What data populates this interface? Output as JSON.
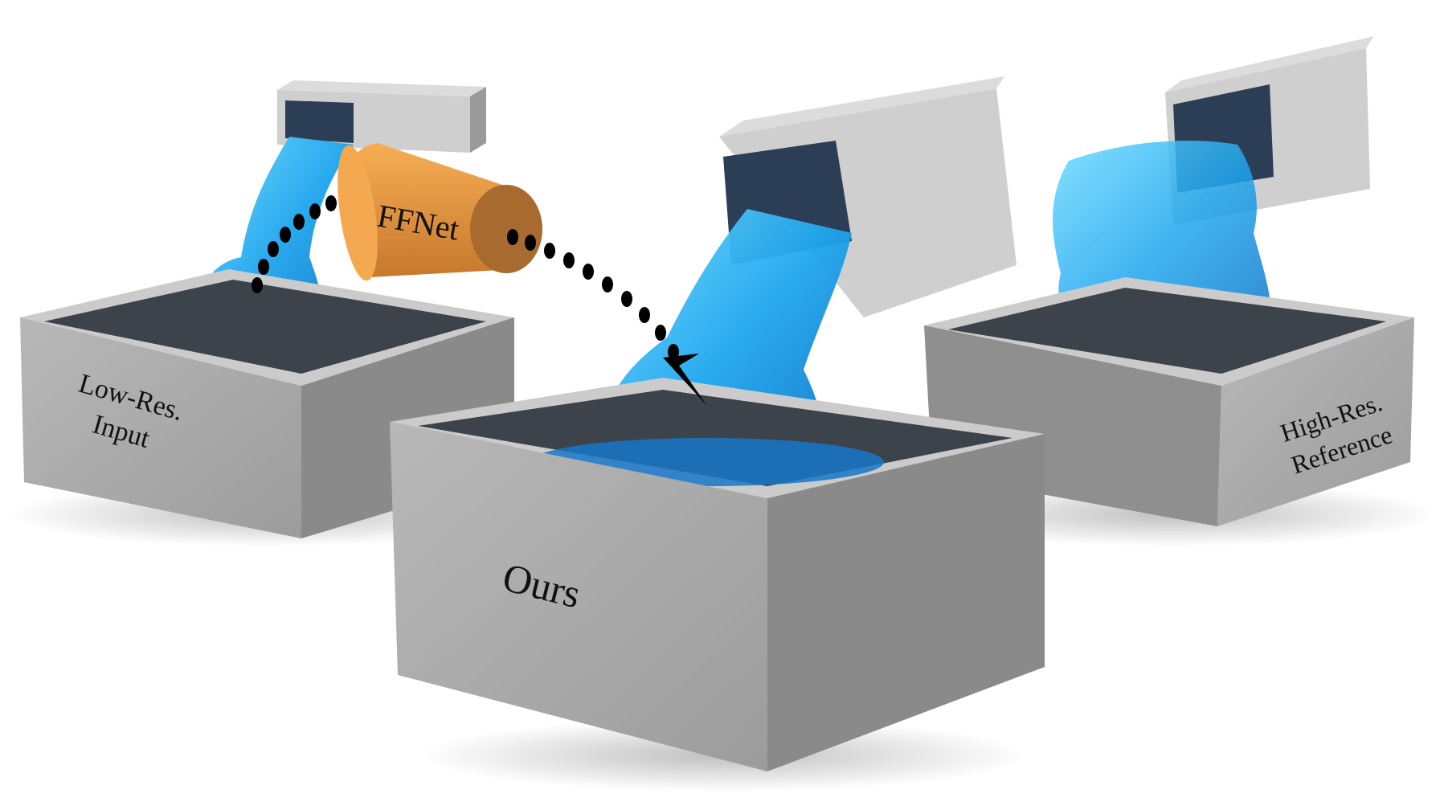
{
  "figure": {
    "description": "Fluid super-resolution pipeline: low-resolution input passed through FFNet to produce output, compared with high-resolution reference",
    "network": {
      "label": "FFNet",
      "color": "#f0a040"
    },
    "boxes": [
      {
        "id": "low-res",
        "label_line1": "Low-Res.",
        "label_line2": "Input"
      },
      {
        "id": "ours",
        "label_line1": "Ours",
        "label_line2": ""
      },
      {
        "id": "high-res",
        "label_line1": "High-Res.",
        "label_line2": "Reference"
      }
    ],
    "colors": {
      "box_face": "#a9a9a9",
      "box_side": "#8c8c8c",
      "box_top": "#c4c4c4",
      "box_inner": "#3a4048",
      "water": "#1e9be8",
      "water_light": "#5fd0ff",
      "arrow": "#000000"
    }
  }
}
